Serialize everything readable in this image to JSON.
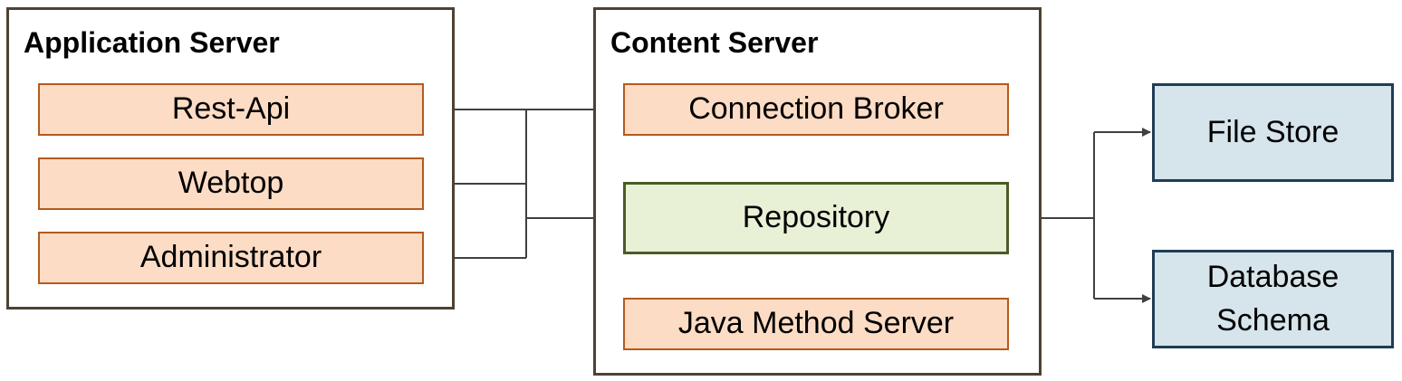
{
  "groups": {
    "application_server": {
      "title": "Application Server",
      "components": [
        "Rest-Api",
        "Webtop",
        "Administrator"
      ]
    },
    "content_server": {
      "title": "Content Server",
      "components": {
        "connection_broker": "Connection Broker",
        "repository": "Repository",
        "java_method_server": "Java Method Server"
      }
    }
  },
  "storage": {
    "file_store": "File Store",
    "database_schema_line1": "Database",
    "database_schema_line2": "Schema"
  },
  "colors": {
    "border": "#4d4233",
    "component_fill": "#fddcc5",
    "component_border": "#b45a1e",
    "repository_fill": "#e8f0d6",
    "repository_border": "#4a5c25",
    "storage_fill": "#d6e4ec",
    "storage_border": "#1f3d55",
    "connector": "#404040"
  }
}
